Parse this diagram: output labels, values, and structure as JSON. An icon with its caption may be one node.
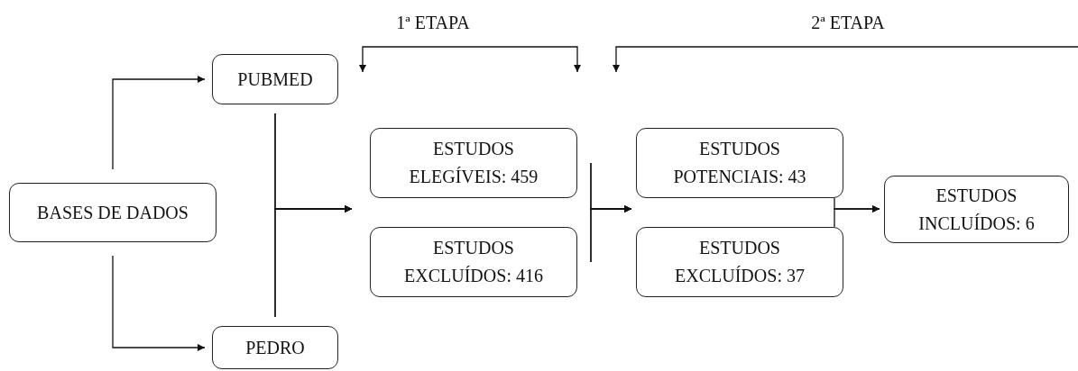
{
  "diagram": {
    "nodes": [
      {
        "text": [
          "BASES DE DADOS"
        ]
      },
      {
        "text": [
          "PUBMED"
        ]
      },
      {
        "text": [
          "PEDRO"
        ]
      },
      {
        "text": [
          "ESTUDOS ELEGÍVEIS: 459"
        ]
      },
      {
        "text": [
          "ESTUDOS EXCLUÍDOS: 416"
        ]
      },
      {
        "text": [
          "ESTUDOS POTENCIAIS: 43"
        ]
      },
      {
        "text": [
          "ESTUDOS EXCLUÍDOS: 37"
        ]
      },
      {
        "text": [
          "ESTUDOS INCLUÍDOS: 6"
        ]
      }
    ],
    "edges": [
      {
        "from": 0,
        "to": 1,
        "arrow": "to"
      },
      {
        "from": 0,
        "to": 2,
        "arrow": "to"
      },
      {
        "from": 1,
        "to": 3,
        "arrow": "to"
      },
      {
        "from": 1,
        "to": 4,
        "arrow": "to"
      },
      {
        "from": 2,
        "to": 3,
        "arrow": "to"
      },
      {
        "from": 2,
        "to": 4,
        "arrow": "to"
      },
      {
        "from": 3,
        "to": 5,
        "arrow": "to"
      },
      {
        "from": 3,
        "to": 6,
        "arrow": "to"
      },
      {
        "from": 4,
        "to": 5,
        "arrow": "to"
      },
      {
        "from": 4,
        "to": 6,
        "arrow": "to"
      },
      {
        "from": 5,
        "to": 7,
        "arrow": "to"
      },
      {
        "from": 6,
        "to": 7,
        "arrow": "to"
      }
    ],
    "labels": [
      "1ª ETAPA",
      "2ª ETAPA"
    ]
  }
}
